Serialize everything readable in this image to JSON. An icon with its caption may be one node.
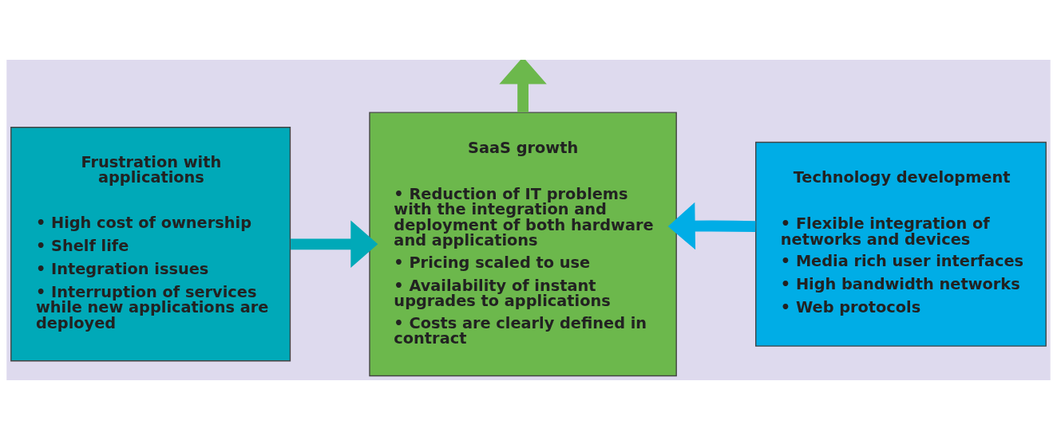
{
  "diagram": {
    "nodes": [
      {
        "text": [
          "Frustration with applications",
          "• High cost of ownership",
          "• Shelf life",
          "• Integration issues",
          "• Interruption of services while new applications are deployed"
        ]
      },
      {
        "text": [
          "SaaS growth",
          "• Reduction of IT problems with the integration and deployment of both hardware and applications",
          "• Pricing scaled to use",
          "• Availability of instant upgrades to applications",
          "• Costs are clearly defined in contract"
        ]
      },
      {
        "text": [
          "Technology development",
          "• Flexible integration of networks and devices",
          "• Media rich user interfaces",
          "• High bandwidth networks",
          "• Web protocols"
        ]
      }
    ],
    "edges": [
      {
        "from": 0,
        "to": 1,
        "arrow": "to",
        "color": "#00a9b8"
      },
      {
        "from": 2,
        "to": 1,
        "arrow": "to",
        "color": "#00ade6"
      },
      {
        "from": 1,
        "to": null,
        "arrow": "to",
        "color": "#6cb84c"
      }
    ]
  }
}
